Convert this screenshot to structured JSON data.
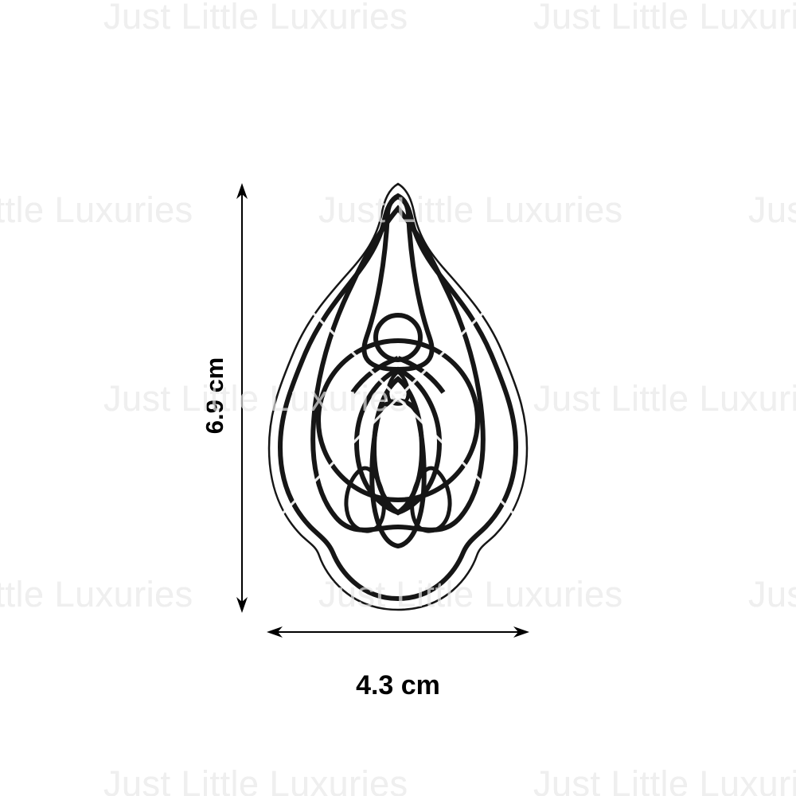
{
  "watermark": {
    "text": "Just Little Luxuries"
  },
  "dimensions": {
    "height_label": "6.9 cm",
    "width_label": "4.3 cm"
  },
  "illustration": {
    "subject": "vulva-anatomy-sticker",
    "colors": {
      "outline": "#161616",
      "sticker_fill": "#ffffff",
      "labia_outer": "#e9c6bf",
      "salmon_band": "#eeb1a5",
      "hood": "#e5a598",
      "circle_region": "#d9a096",
      "inner_oval": "#d59a90",
      "vagina": "#c98b81",
      "glans": "#cf9186",
      "urethra": "#cd9086",
      "glands": "#f1b5a9",
      "watermark_gray": "#d6d6d6",
      "cross_white": "#ffffff"
    }
  }
}
